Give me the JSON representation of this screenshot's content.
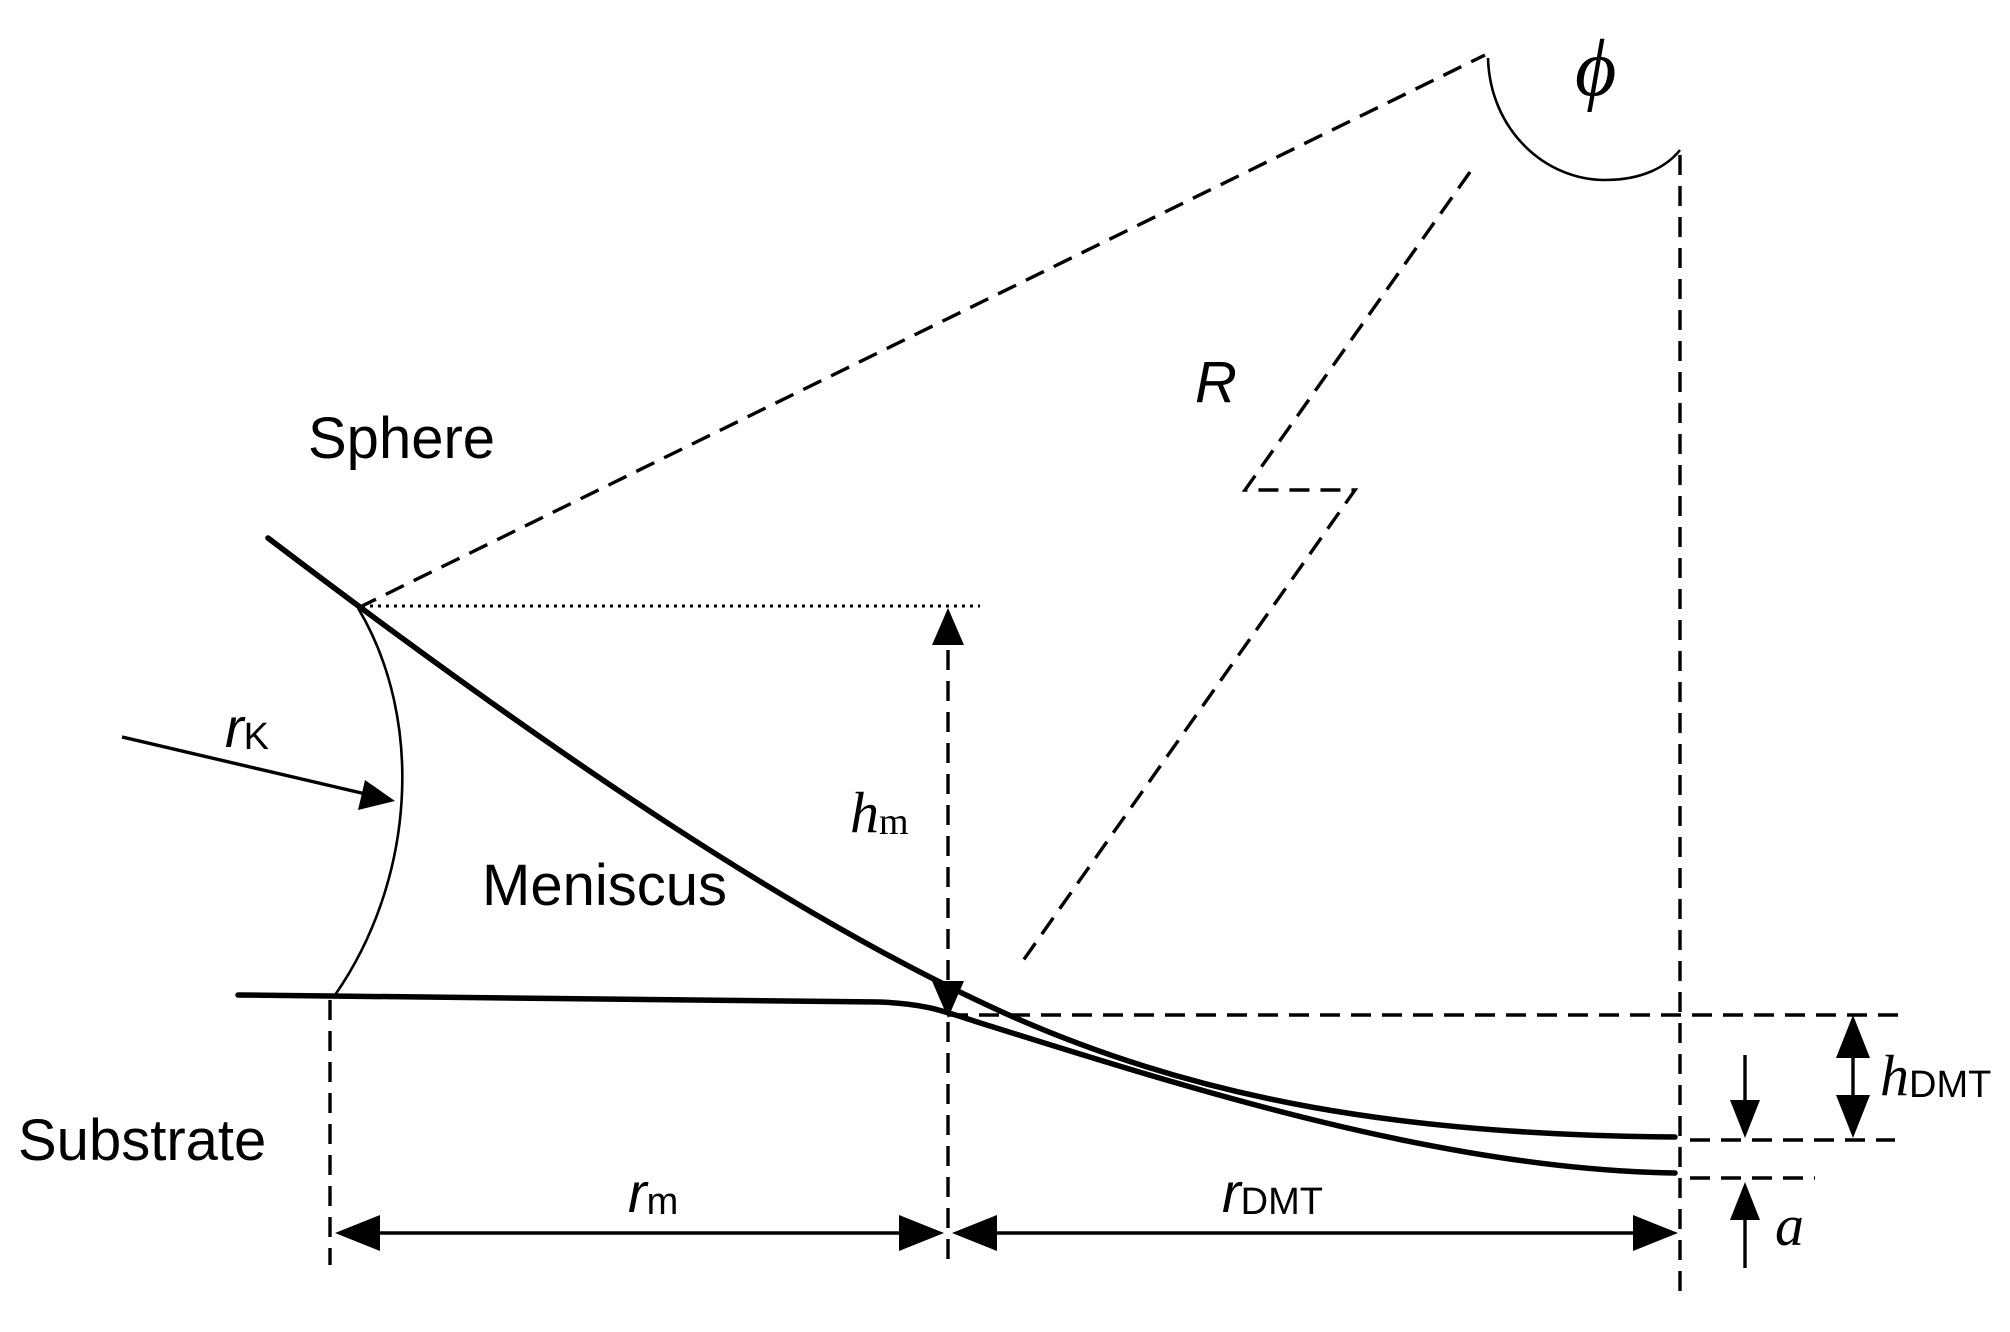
{
  "labels": {
    "sphere": "Sphere",
    "meniscus": "Meniscus",
    "substrate": "Substrate",
    "radius": "R",
    "phi": "ϕ",
    "r_k": {
      "main": "r",
      "sub": "K"
    },
    "h_m": {
      "main": "h",
      "sub": "m"
    },
    "r_m": {
      "main": "r",
      "sub": "m"
    },
    "r_dmt": {
      "main": "r",
      "sub": "DMT"
    },
    "h_dmt": {
      "main": "h",
      "sub": "DMT"
    },
    "a": "a"
  }
}
